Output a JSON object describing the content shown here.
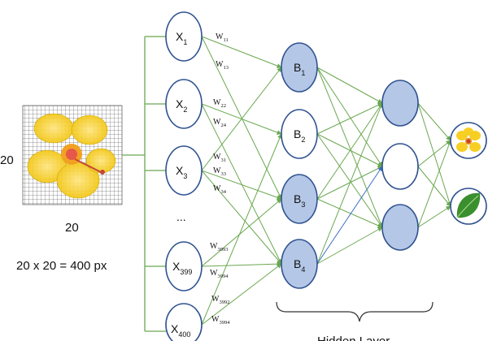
{
  "input_image": {
    "width_label": "20",
    "height_label": "20",
    "equation": "20 x 20 = 400 px"
  },
  "input_nodes": [
    {
      "base": "X",
      "sub": "1"
    },
    {
      "base": "X",
      "sub": "2"
    },
    {
      "base": "X",
      "sub": "3"
    },
    {
      "base": "...",
      "sub": ""
    },
    {
      "base": "X",
      "sub": "399"
    },
    {
      "base": "X",
      "sub": "400"
    }
  ],
  "hidden_nodes": [
    {
      "base": "B",
      "sub": "1",
      "filled": true
    },
    {
      "base": "B",
      "sub": "2",
      "filled": false
    },
    {
      "base": "B",
      "sub": "3",
      "filled": true
    },
    {
      "base": "B",
      "sub": "4",
      "filled": true
    }
  ],
  "weights": [
    {
      "base": "W",
      "sub": "11"
    },
    {
      "base": "W",
      "sub": "13"
    },
    {
      "base": "W",
      "sub": "22"
    },
    {
      "base": "W",
      "sub": "24"
    },
    {
      "base": "W",
      "sub": "31"
    },
    {
      "base": "W",
      "sub": "33"
    },
    {
      "base": "W",
      "sub": "34"
    },
    {
      "base": "W",
      "sub": "3993"
    },
    {
      "base": "W",
      "sub": "3994"
    },
    {
      "base": "W",
      "sub": "3992"
    },
    {
      "base": "W",
      "sub": "3994"
    }
  ],
  "hidden_layer_label": "Hidden Layer",
  "outputs": [
    {
      "icon": "flower-icon"
    },
    {
      "icon": "leaf-icon"
    }
  ],
  "colors": {
    "edge": "#6aa84f",
    "edge_blue": "#3d6fc4",
    "node_fill": "#b4c7e7",
    "node_stroke": "#2f528f"
  }
}
